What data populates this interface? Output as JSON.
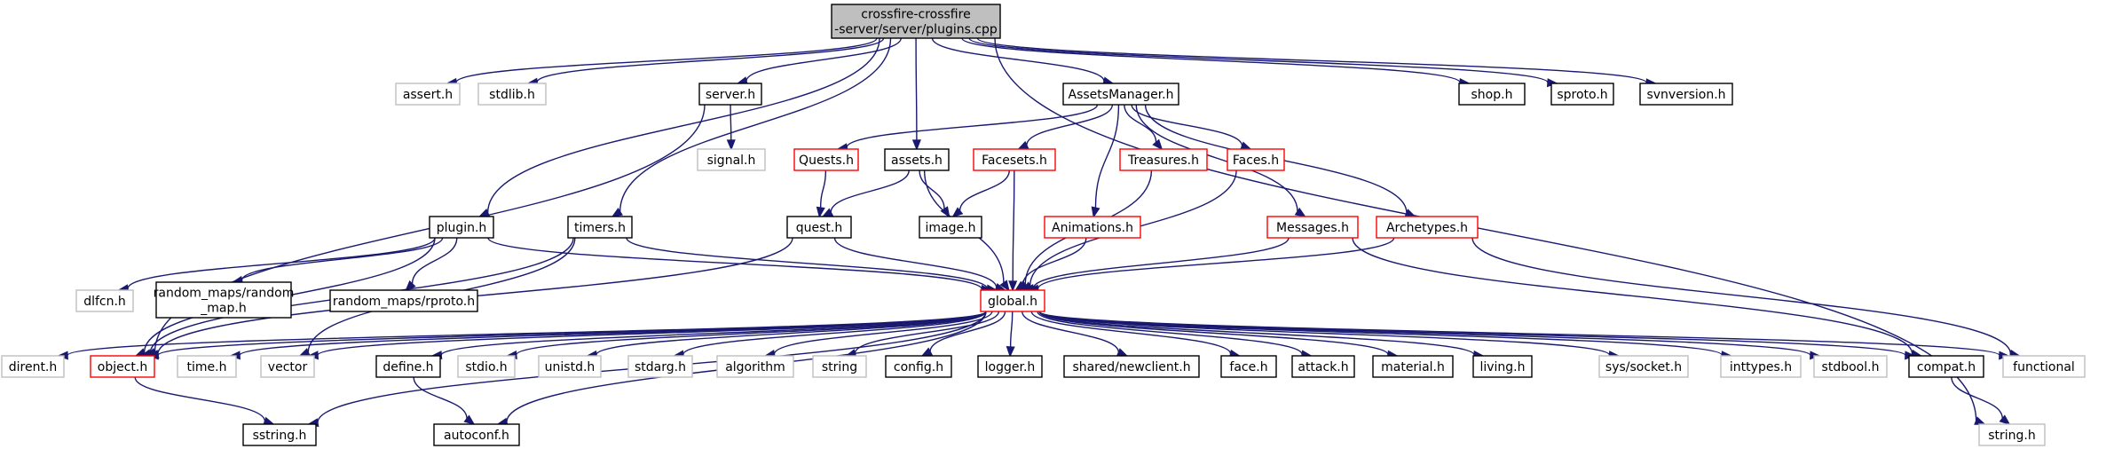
{
  "colors": {
    "edge": "#191970",
    "border_default": "#000000",
    "border_missing": "#bfbfbf",
    "border_truncated": "#ff0000",
    "root_fill": "#bfbfbf",
    "node_fill": "#ffffff"
  },
  "nodes": [
    {
      "id": "root",
      "lines": [
        "crossfire-crossfire",
        "-server/server/plugins.cpp"
      ],
      "kind": "root"
    },
    {
      "id": "assert",
      "lines": [
        "assert.h"
      ],
      "kind": "missing"
    },
    {
      "id": "stdlib",
      "lines": [
        "stdlib.h"
      ],
      "kind": "missing"
    },
    {
      "id": "server",
      "lines": [
        "server.h"
      ],
      "kind": "normal"
    },
    {
      "id": "assetsmanager",
      "lines": [
        "AssetsManager.h"
      ],
      "kind": "normal"
    },
    {
      "id": "shop",
      "lines": [
        "shop.h"
      ],
      "kind": "normal"
    },
    {
      "id": "sproto",
      "lines": [
        "sproto.h"
      ],
      "kind": "normal"
    },
    {
      "id": "svnversion",
      "lines": [
        "svnversion.h"
      ],
      "kind": "normal"
    },
    {
      "id": "signal",
      "lines": [
        "signal.h"
      ],
      "kind": "missing"
    },
    {
      "id": "quests",
      "lines": [
        "Quests.h"
      ],
      "kind": "truncated"
    },
    {
      "id": "assets",
      "lines": [
        "assets.h"
      ],
      "kind": "normal"
    },
    {
      "id": "facesets",
      "lines": [
        "Facesets.h"
      ],
      "kind": "truncated"
    },
    {
      "id": "treasures",
      "lines": [
        "Treasures.h"
      ],
      "kind": "truncated"
    },
    {
      "id": "faces",
      "lines": [
        "Faces.h"
      ],
      "kind": "truncated"
    },
    {
      "id": "plugin",
      "lines": [
        "plugin.h"
      ],
      "kind": "normal"
    },
    {
      "id": "timers",
      "lines": [
        "timers.h"
      ],
      "kind": "normal"
    },
    {
      "id": "quest",
      "lines": [
        "quest.h"
      ],
      "kind": "normal"
    },
    {
      "id": "image",
      "lines": [
        "image.h"
      ],
      "kind": "normal"
    },
    {
      "id": "animations",
      "lines": [
        "Animations.h"
      ],
      "kind": "truncated"
    },
    {
      "id": "messages",
      "lines": [
        "Messages.h"
      ],
      "kind": "truncated"
    },
    {
      "id": "archetypes",
      "lines": [
        "Archetypes.h"
      ],
      "kind": "truncated"
    },
    {
      "id": "dlfcn",
      "lines": [
        "dlfcn.h"
      ],
      "kind": "missing"
    },
    {
      "id": "random_map",
      "lines": [
        "random_maps/random",
        "_map.h"
      ],
      "kind": "normal"
    },
    {
      "id": "rproto",
      "lines": [
        "random_maps/rproto.h"
      ],
      "kind": "normal"
    },
    {
      "id": "global",
      "lines": [
        "global.h"
      ],
      "kind": "truncated"
    },
    {
      "id": "dirent",
      "lines": [
        "dirent.h"
      ],
      "kind": "missing"
    },
    {
      "id": "object",
      "lines": [
        "object.h"
      ],
      "kind": "truncated"
    },
    {
      "id": "time",
      "lines": [
        "time.h"
      ],
      "kind": "missing"
    },
    {
      "id": "vector",
      "lines": [
        "vector"
      ],
      "kind": "missing"
    },
    {
      "id": "define",
      "lines": [
        "define.h"
      ],
      "kind": "normal"
    },
    {
      "id": "stdio",
      "lines": [
        "stdio.h"
      ],
      "kind": "missing"
    },
    {
      "id": "unistd",
      "lines": [
        "unistd.h"
      ],
      "kind": "missing"
    },
    {
      "id": "stdarg",
      "lines": [
        "stdarg.h"
      ],
      "kind": "missing"
    },
    {
      "id": "algorithm",
      "lines": [
        "algorithm"
      ],
      "kind": "missing"
    },
    {
      "id": "string",
      "lines": [
        "string"
      ],
      "kind": "missing"
    },
    {
      "id": "config",
      "lines": [
        "config.h"
      ],
      "kind": "normal"
    },
    {
      "id": "logger",
      "lines": [
        "logger.h"
      ],
      "kind": "normal"
    },
    {
      "id": "newclient",
      "lines": [
        "shared/newclient.h"
      ],
      "kind": "normal"
    },
    {
      "id": "face",
      "lines": [
        "face.h"
      ],
      "kind": "normal"
    },
    {
      "id": "attack",
      "lines": [
        "attack.h"
      ],
      "kind": "normal"
    },
    {
      "id": "material",
      "lines": [
        "material.h"
      ],
      "kind": "normal"
    },
    {
      "id": "living",
      "lines": [
        "living.h"
      ],
      "kind": "normal"
    },
    {
      "id": "syssocket",
      "lines": [
        "sys/socket.h"
      ],
      "kind": "missing"
    },
    {
      "id": "inttypes",
      "lines": [
        "inttypes.h"
      ],
      "kind": "missing"
    },
    {
      "id": "stdbool",
      "lines": [
        "stdbool.h"
      ],
      "kind": "missing"
    },
    {
      "id": "compat",
      "lines": [
        "compat.h"
      ],
      "kind": "normal"
    },
    {
      "id": "functional",
      "lines": [
        "functional"
      ],
      "kind": "missing"
    },
    {
      "id": "sstring",
      "lines": [
        "sstring.h"
      ],
      "kind": "normal"
    },
    {
      "id": "autoconf",
      "lines": [
        "autoconf.h"
      ],
      "kind": "normal"
    },
    {
      "id": "stringh",
      "lines": [
        "string.h"
      ],
      "kind": "missing"
    }
  ],
  "edges": [
    [
      "root",
      "assert"
    ],
    [
      "root",
      "stdlib"
    ],
    [
      "root",
      "server"
    ],
    [
      "root",
      "assetsmanager"
    ],
    [
      "root",
      "shop"
    ],
    [
      "root",
      "sproto"
    ],
    [
      "root",
      "svnversion"
    ],
    [
      "root",
      "assets"
    ],
    [
      "root",
      "plugin"
    ],
    [
      "root",
      "timers"
    ],
    [
      "root",
      "stringh"
    ],
    [
      "server",
      "signal"
    ],
    [
      "server",
      "object"
    ],
    [
      "assetsmanager",
      "quests"
    ],
    [
      "assetsmanager",
      "facesets"
    ],
    [
      "assetsmanager",
      "treasures"
    ],
    [
      "assetsmanager",
      "faces"
    ],
    [
      "assetsmanager",
      "animations"
    ],
    [
      "assetsmanager",
      "messages"
    ],
    [
      "assetsmanager",
      "archetypes"
    ],
    [
      "quests",
      "quest"
    ],
    [
      "assets",
      "quest"
    ],
    [
      "assets",
      "image"
    ],
    [
      "assets",
      "global"
    ],
    [
      "facesets",
      "image"
    ],
    [
      "facesets",
      "global"
    ],
    [
      "treasures",
      "global"
    ],
    [
      "faces",
      "global"
    ],
    [
      "animations",
      "global"
    ],
    [
      "messages",
      "global"
    ],
    [
      "messages",
      "compat"
    ],
    [
      "archetypes",
      "global"
    ],
    [
      "archetypes",
      "functional"
    ],
    [
      "plugin",
      "dlfcn"
    ],
    [
      "plugin",
      "random_map"
    ],
    [
      "plugin",
      "rproto"
    ],
    [
      "plugin",
      "global"
    ],
    [
      "plugin",
      "object"
    ],
    [
      "timers",
      "global"
    ],
    [
      "timers",
      "object"
    ],
    [
      "timers",
      "vector"
    ],
    [
      "quest",
      "global"
    ],
    [
      "quest",
      "object"
    ],
    [
      "global",
      "dirent"
    ],
    [
      "global",
      "object"
    ],
    [
      "global",
      "time"
    ],
    [
      "global",
      "vector"
    ],
    [
      "global",
      "define"
    ],
    [
      "global",
      "stdio"
    ],
    [
      "global",
      "unistd"
    ],
    [
      "global",
      "stdarg"
    ],
    [
      "global",
      "algorithm"
    ],
    [
      "global",
      "string"
    ],
    [
      "global",
      "config"
    ],
    [
      "global",
      "logger"
    ],
    [
      "global",
      "newclient"
    ],
    [
      "global",
      "face"
    ],
    [
      "global",
      "attack"
    ],
    [
      "global",
      "material"
    ],
    [
      "global",
      "living"
    ],
    [
      "global",
      "syssocket"
    ],
    [
      "global",
      "inttypes"
    ],
    [
      "global",
      "stdbool"
    ],
    [
      "global",
      "compat"
    ],
    [
      "global",
      "functional"
    ],
    [
      "global",
      "sstring"
    ],
    [
      "global",
      "autoconf"
    ],
    [
      "object",
      "sstring"
    ],
    [
      "define",
      "autoconf"
    ],
    [
      "compat",
      "stringh"
    ]
  ]
}
